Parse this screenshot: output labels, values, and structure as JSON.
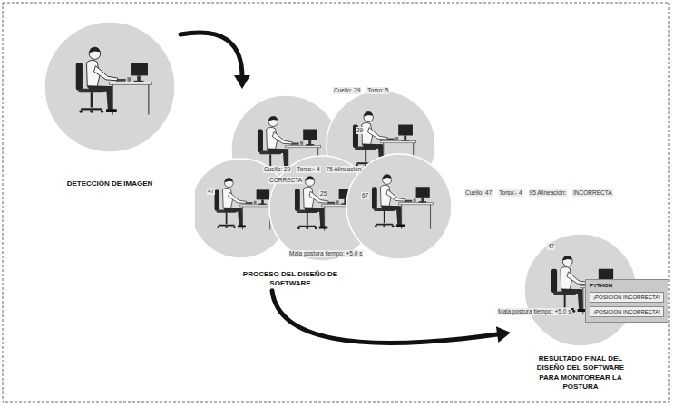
{
  "diagram": {
    "nodes": [
      {
        "text": [
          "DETECCIÓN DE IMAGEN"
        ]
      },
      {
        "text": [
          "PROCESO DEL DISEÑO DE SOFTWARE"
        ]
      },
      {
        "text": [
          "RESULTADO FINAL DEL DISEÑO DEL SOFTWARE PARA MONITOREAR LA POSTURA"
        ]
      },
      {
        "text": [
          "PYTHON",
          "¡POSICION INCORRECTA!",
          "¡POSICION INCORRECTA!"
        ]
      }
    ],
    "edges": [
      {
        "from": 0,
        "to": 1,
        "arrow": "to"
      },
      {
        "from": 1,
        "to": 2,
        "arrow": "to"
      }
    ],
    "labels": [
      "Cuello: 29",
      "Torso: 5",
      "29",
      "Cuello: 29",
      "Torso:- 4",
      "75 Alineación",
      "CORRECTA",
      "25",
      "47",
      "67",
      "Mala postura tiempo: +5.0 s",
      "Cuello: 47",
      "Torso:- 4",
      "95 Alineación:",
      "INCORRECTA",
      "47",
      "Mala postura tiempo: +5.0 s"
    ]
  }
}
